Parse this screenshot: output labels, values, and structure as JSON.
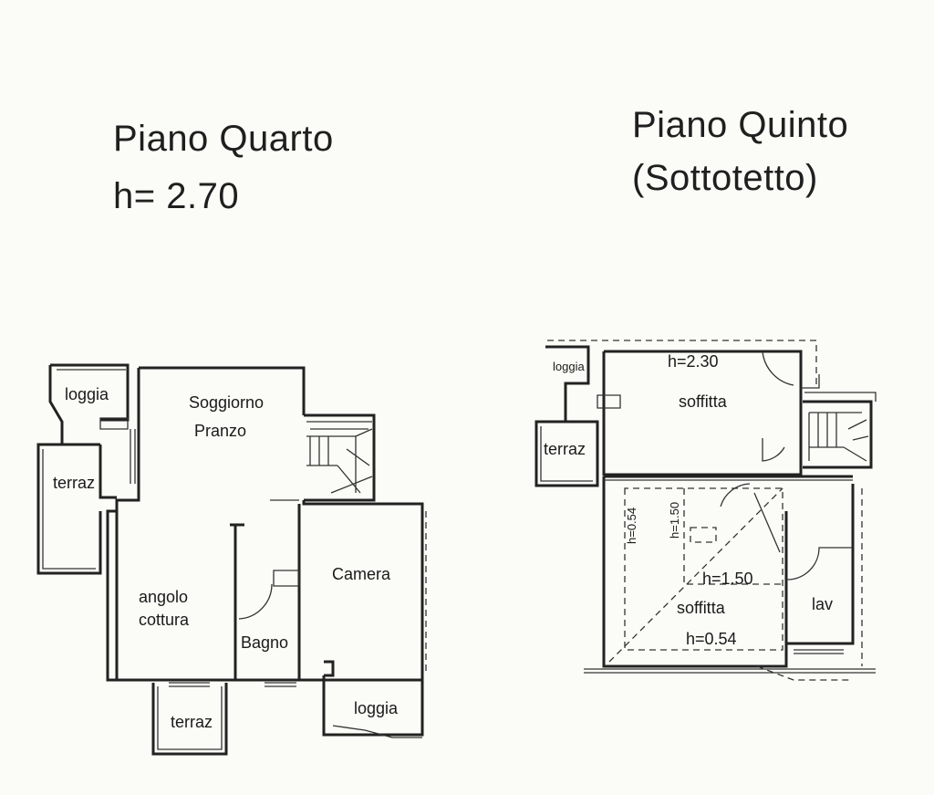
{
  "floor4": {
    "title": "Piano Quarto",
    "height": "h= 2.70",
    "rooms": {
      "loggia_top": "loggia",
      "terraz_left": "terraz",
      "soggiorno": "Soggiorno",
      "pranzo": "Pranzo",
      "angolo": "angolo",
      "cottura": "cottura",
      "camera": "Camera",
      "bagno": "Bagno",
      "terraz_bottom": "terraz",
      "loggia_bottom": "loggia"
    }
  },
  "floor5": {
    "title": "Piano Quinto",
    "subtitle": "(Sottotetto)",
    "rooms": {
      "loggia": "loggia",
      "terraz": "terraz",
      "h_top": "h=2.30",
      "soffitta_top": "soffitta",
      "h_vert_left": "h=0.54",
      "h_vert_mid": "h=1.50",
      "h_mid": "h=1.50",
      "soffitta_bottom": "soffitta",
      "h_bottom": "h=0.54",
      "lav": "lav"
    }
  }
}
